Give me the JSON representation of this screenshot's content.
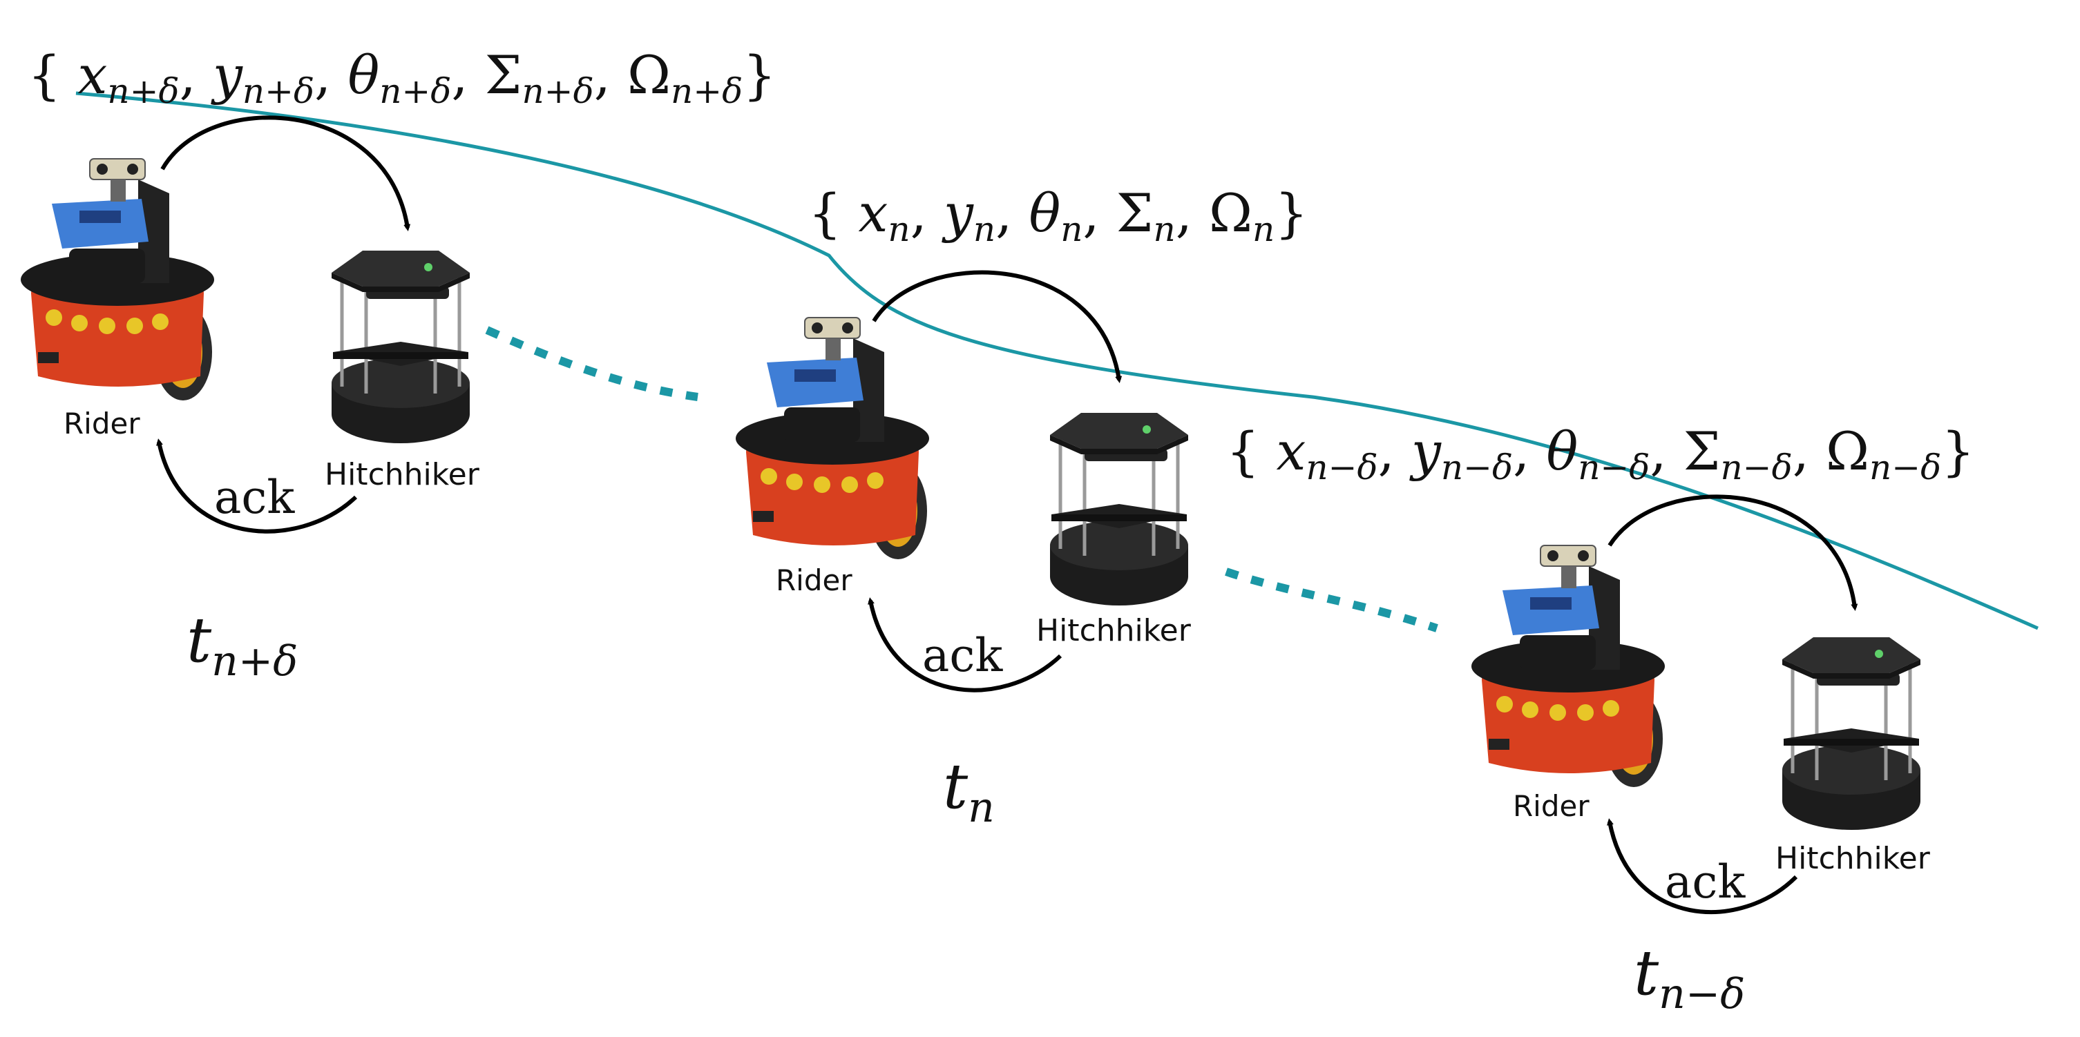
{
  "colors": {
    "trajectory": "#1b97a5",
    "link": "#1b97a5",
    "arrow": "#000000",
    "rider_body": "#d8401f",
    "rider_sensor": "#3f7ed6",
    "hitchhiker_body": "#1c1c1c"
  },
  "icons": {
    "rider": "pioneer-robot-icon",
    "hitchhiker": "turtlebot-robot-icon"
  },
  "stages": [
    {
      "state_set": {
        "open": "{",
        "vars": [
          {
            "sym": "x",
            "sub": "n+δ"
          },
          {
            "sym": "y",
            "sub": "n+δ"
          },
          {
            "sym": "θ",
            "sub": "n+δ"
          },
          {
            "sym": "Σ",
            "sub": "n+δ"
          },
          {
            "sym": "Ω",
            "sub": "n+δ"
          }
        ],
        "close": "}"
      },
      "rider_label": "Rider",
      "hitchhiker_label": "Hitchhiker",
      "ack_label": "ack",
      "time": {
        "sym": "t",
        "sub": "n+δ"
      }
    },
    {
      "state_set": {
        "open": "{",
        "vars": [
          {
            "sym": "x",
            "sub": "n"
          },
          {
            "sym": "y",
            "sub": "n"
          },
          {
            "sym": "θ",
            "sub": "n"
          },
          {
            "sym": "Σ",
            "sub": "n"
          },
          {
            "sym": "Ω",
            "sub": "n"
          }
        ],
        "close": "}"
      },
      "rider_label": "Rider",
      "hitchhiker_label": "Hitchhiker",
      "ack_label": "ack",
      "time": {
        "sym": "t",
        "sub": "n"
      }
    },
    {
      "state_set": {
        "open": "{",
        "vars": [
          {
            "sym": "x",
            "sub": "n−δ"
          },
          {
            "sym": "y",
            "sub": "n−δ"
          },
          {
            "sym": "θ",
            "sub": "n−δ"
          },
          {
            "sym": "Σ",
            "sub": "n−δ"
          },
          {
            "sym": "Ω",
            "sub": "n−δ"
          }
        ],
        "close": "}"
      },
      "rider_label": "Rider",
      "hitchhiker_label": "Hitchhiker",
      "ack_label": "ack",
      "time": {
        "sym": "t",
        "sub": "n−δ"
      }
    }
  ],
  "separators": {
    "comma": ","
  }
}
